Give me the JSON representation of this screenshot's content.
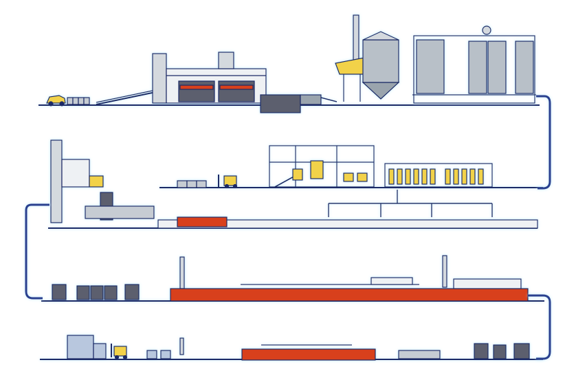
{
  "diagram": {
    "kind": "production-line-flow",
    "text_labels": [],
    "stages": [
      {
        "id": "raw-material-handling",
        "equipment": [
          "loader-truck",
          "raw-material-bins",
          "inclined-belt-conveyor",
          "crushing-mixing-plant",
          "feed-hopper-pit"
        ]
      },
      {
        "id": "material-storage",
        "equipment": [
          "bucket-elevator",
          "conical-silo",
          "storage-silo-battery"
        ]
      },
      {
        "id": "forming-and-transfer",
        "equipment": [
          "tall-bucket-elevator",
          "forklift",
          "block-pallet-stack",
          "press-frame-building",
          "yellow-machine-units",
          "roller-transfer-line",
          "drying-chamber"
        ]
      },
      {
        "id": "kiln-firing",
        "equipment": [
          "kiln-car-sets",
          "exhaust-stacks",
          "tunnel-kiln"
        ]
      },
      {
        "id": "finishing-and-packing",
        "equipment": [
          "finished-product-stacks",
          "forklift",
          "cooling-kiln",
          "packing-units"
        ]
      }
    ],
    "colors": {
      "outline": "#1b2a66",
      "connector": "#2a3f8f",
      "glow": "#bfe9ff",
      "kiln_red": "#d8401e",
      "machine_yellow": "#f2d24a",
      "steel_gray": "#9aa4ad",
      "pallet_dark": "#5b5f6e"
    }
  }
}
